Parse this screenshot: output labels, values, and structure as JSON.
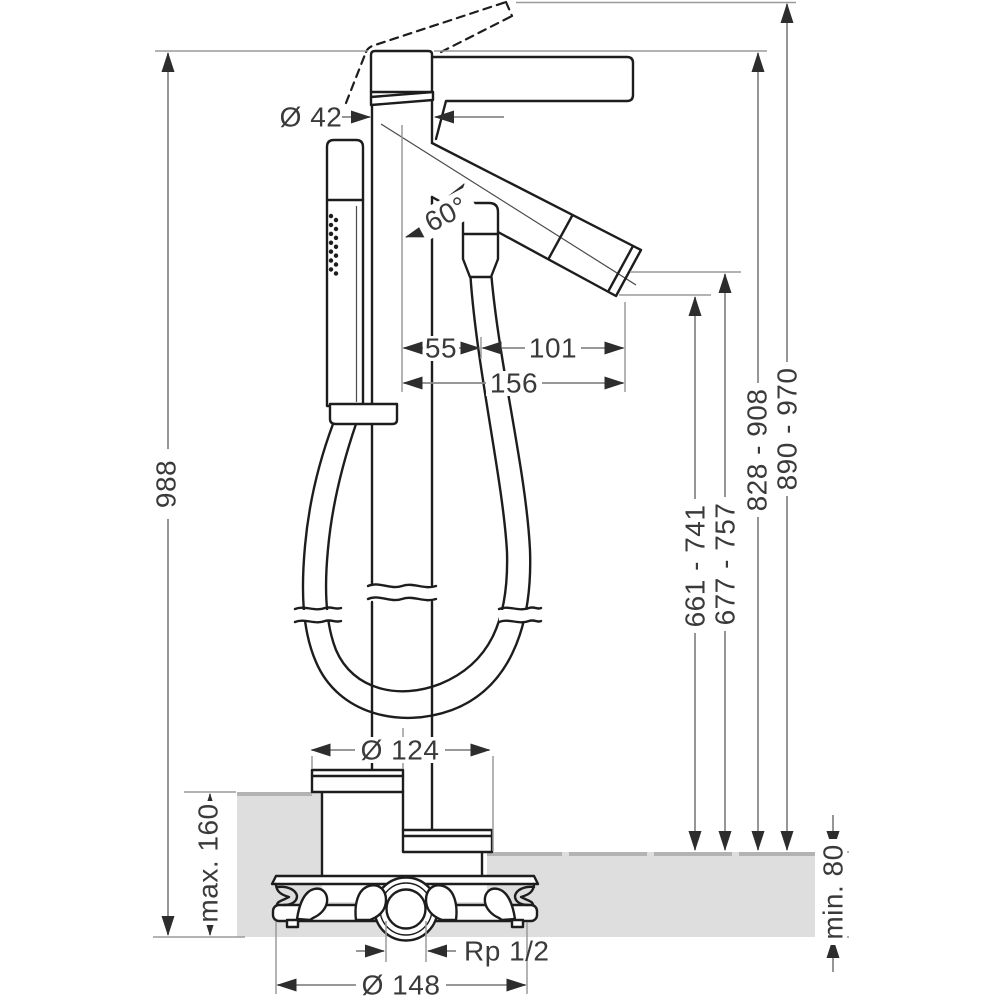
{
  "dimensions": {
    "cartridge_diameter": "Ø 42",
    "spout_angle": "60°",
    "axis_to_hose": "55",
    "hose_to_outlet": "101",
    "spout_reach": "156",
    "overall_height": "988",
    "outlet_height_low": "661 - 741",
    "outlet_height_high": "677 - 757",
    "body_top_height": "828 - 908",
    "handle_top_height": "890 - 970",
    "escutcheon_diameter": "Ø 124",
    "floor_buildup_left": "max. 160",
    "floor_buildup_right": "min. 80",
    "connection_thread": "Rp 1/2",
    "base_plate_diameter": "Ø 148"
  },
  "colors": {
    "outline": "#1d1d1d",
    "dimension_line": "#8a8a8a",
    "arrow": "#2d2d2d",
    "floor_fill": "#dedede",
    "floor_edge": "#b3b3b3",
    "label_text": "#3a3a3a",
    "background": "#ffffff"
  }
}
